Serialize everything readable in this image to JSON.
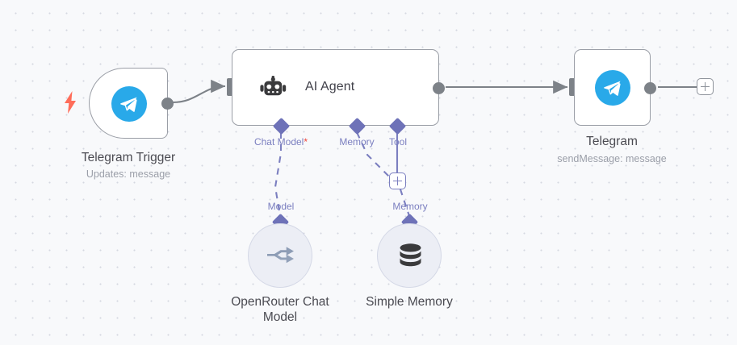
{
  "app": {
    "name": "n8n-workflow-canvas",
    "background_color": "#f8f9fb",
    "dot_color": "#d5d8e0"
  },
  "colors": {
    "telegram_blue": "#29a9e9",
    "trigger_bolt": "#ff6d5a",
    "node_border": "#9a9ea6",
    "connector_purple": "#7b7fc0",
    "diamond_purple": "#6e72b8",
    "required_star": "#f04438",
    "title_text": "#4b4b52",
    "subtitle_text": "#9a9ea8"
  },
  "nodes": [
    {
      "id": "telegram-trigger",
      "title": "Telegram Trigger",
      "subtitle": "Updates: message",
      "icon": "telegram-icon",
      "type": "trigger",
      "badge_icon": "lightning-bolt-icon"
    },
    {
      "id": "ai-agent",
      "title": "AI Agent",
      "subtitle": "",
      "icon": "robot-icon",
      "type": "agent",
      "ports": [
        {
          "id": "chat-model",
          "label": "Chat Model",
          "required": true,
          "required_marker": "*"
        },
        {
          "id": "memory",
          "label": "Memory",
          "required": false,
          "required_marker": ""
        },
        {
          "id": "tool",
          "label": "Tool",
          "required": false,
          "required_marker": ""
        }
      ]
    },
    {
      "id": "telegram",
      "title": "Telegram",
      "subtitle": "sendMessage: message",
      "icon": "telegram-icon",
      "type": "action"
    },
    {
      "id": "openrouter-chat-model",
      "title": "OpenRouter Chat\nModel",
      "subtitle": "",
      "icon": "openrouter-icon",
      "type": "sub-node",
      "port_label": "Model"
    },
    {
      "id": "simple-memory",
      "title": "Simple Memory",
      "subtitle": "",
      "icon": "database-icon",
      "type": "sub-node",
      "port_label": "Memory"
    }
  ],
  "buttons": {
    "add_tool_label": "+",
    "add_next_node_label": "+"
  },
  "connections": [
    {
      "from": "telegram-trigger",
      "to": "ai-agent",
      "style": "solid"
    },
    {
      "from": "ai-agent",
      "to": "telegram",
      "style": "solid"
    },
    {
      "from": "ai-agent.chat-model",
      "to": "openrouter-chat-model",
      "style": "dashed"
    },
    {
      "from": "ai-agent.memory",
      "to": "simple-memory",
      "style": "dashed"
    },
    {
      "from": "ai-agent.tool",
      "to": "add-tool-button",
      "style": "solid"
    }
  ]
}
